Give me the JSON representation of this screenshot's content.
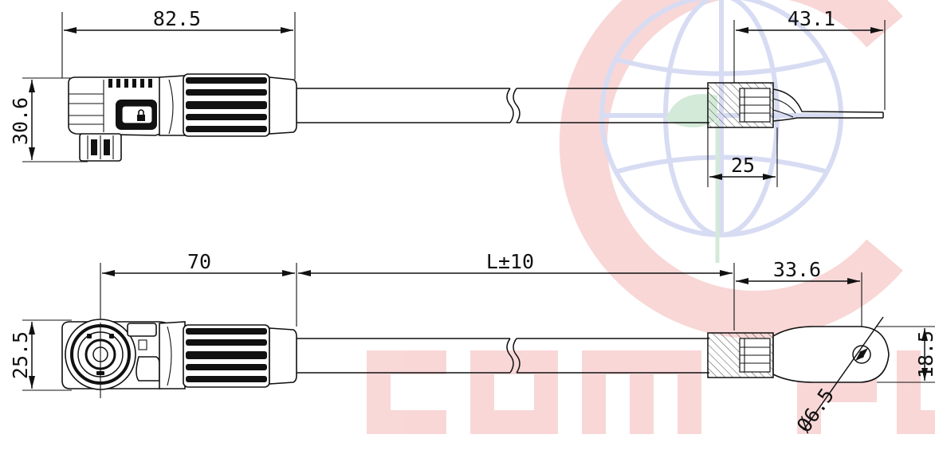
{
  "dimensions": {
    "top_length": "82.5",
    "top_height": "30.6",
    "top_strip": "43.1",
    "top_sleeve": "25",
    "bottom_connector": "70",
    "bottom_cable": "L±10",
    "bottom_lug": "33.6",
    "bottom_height": "25.5",
    "lug_width": "18.5",
    "hole_diameter": "Ø6.5"
  },
  "watermark": {
    "text": "COMPU",
    "color_red": "#e23b3b",
    "color_blue": "#3b55c6",
    "color_green": "#2e9a45"
  },
  "icons": {
    "lock": "lock-icon"
  }
}
